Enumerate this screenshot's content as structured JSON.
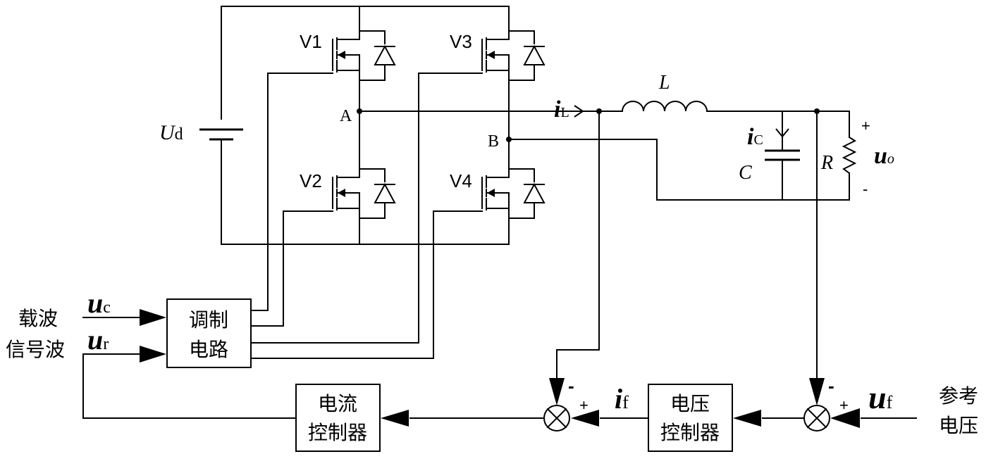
{
  "transistors": [
    "V1",
    "V3",
    "V2",
    "V4"
  ],
  "nodes": {
    "a": "A",
    "b": "B"
  },
  "source": {
    "symbol": "U",
    "sub": "d"
  },
  "inductor": {
    "label": "L"
  },
  "capacitor": {
    "label": "C"
  },
  "resistor": {
    "label": "R"
  },
  "output": {
    "symbol": "u",
    "sub": "o",
    "plus": "+",
    "minus": "-"
  },
  "currents": {
    "il": {
      "symbol": "i",
      "sub": "L"
    },
    "ic": {
      "symbol": "i",
      "sub": "C"
    },
    "if": {
      "symbol": "i",
      "sub": "f"
    }
  },
  "inputs": {
    "carrier_label": "载波",
    "signal_label": "信号波",
    "uc": {
      "symbol": "u",
      "sub": "c"
    },
    "ur": {
      "symbol": "u",
      "sub": "r"
    }
  },
  "blocks": {
    "modulation": [
      "调制",
      "电路"
    ],
    "current_ctrl": [
      "电流",
      "控制器"
    ],
    "voltage_ctrl": [
      "电压",
      "控制器"
    ]
  },
  "summing": {
    "minus": "-",
    "plus": "+"
  },
  "reference": {
    "label": [
      "参考",
      "电压"
    ],
    "uf": {
      "symbol": "u",
      "sub": "f"
    }
  }
}
